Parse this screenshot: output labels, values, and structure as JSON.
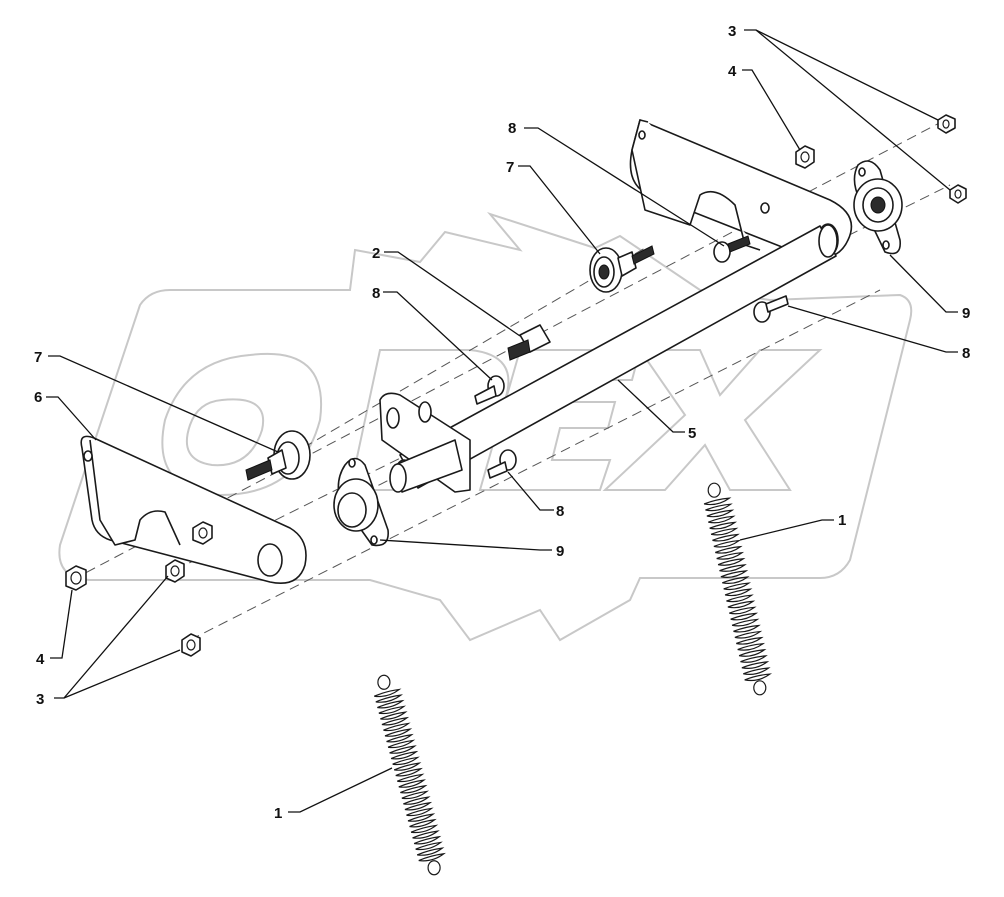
{
  "diagram": {
    "watermark_text": "OPEX",
    "callouts": [
      {
        "id": "c1",
        "label": "3"
      },
      {
        "id": "c2",
        "label": "4"
      },
      {
        "id": "c3",
        "label": "8"
      },
      {
        "id": "c4",
        "label": "7"
      },
      {
        "id": "c5",
        "label": "2"
      },
      {
        "id": "c6",
        "label": "8"
      },
      {
        "id": "c7",
        "label": "7"
      },
      {
        "id": "c8",
        "label": "6"
      },
      {
        "id": "c9",
        "label": "9"
      },
      {
        "id": "c10",
        "label": "8"
      },
      {
        "id": "c11",
        "label": "5"
      },
      {
        "id": "c12",
        "label": "8"
      },
      {
        "id": "c13",
        "label": "9"
      },
      {
        "id": "c14",
        "label": "1"
      },
      {
        "id": "c15",
        "label": "4"
      },
      {
        "id": "c16",
        "label": "3"
      },
      {
        "id": "c17",
        "label": "1"
      }
    ]
  },
  "colors": {
    "line": "#1a1a1a",
    "watermark": "#c8c8c8",
    "background": "#ffffff"
  }
}
